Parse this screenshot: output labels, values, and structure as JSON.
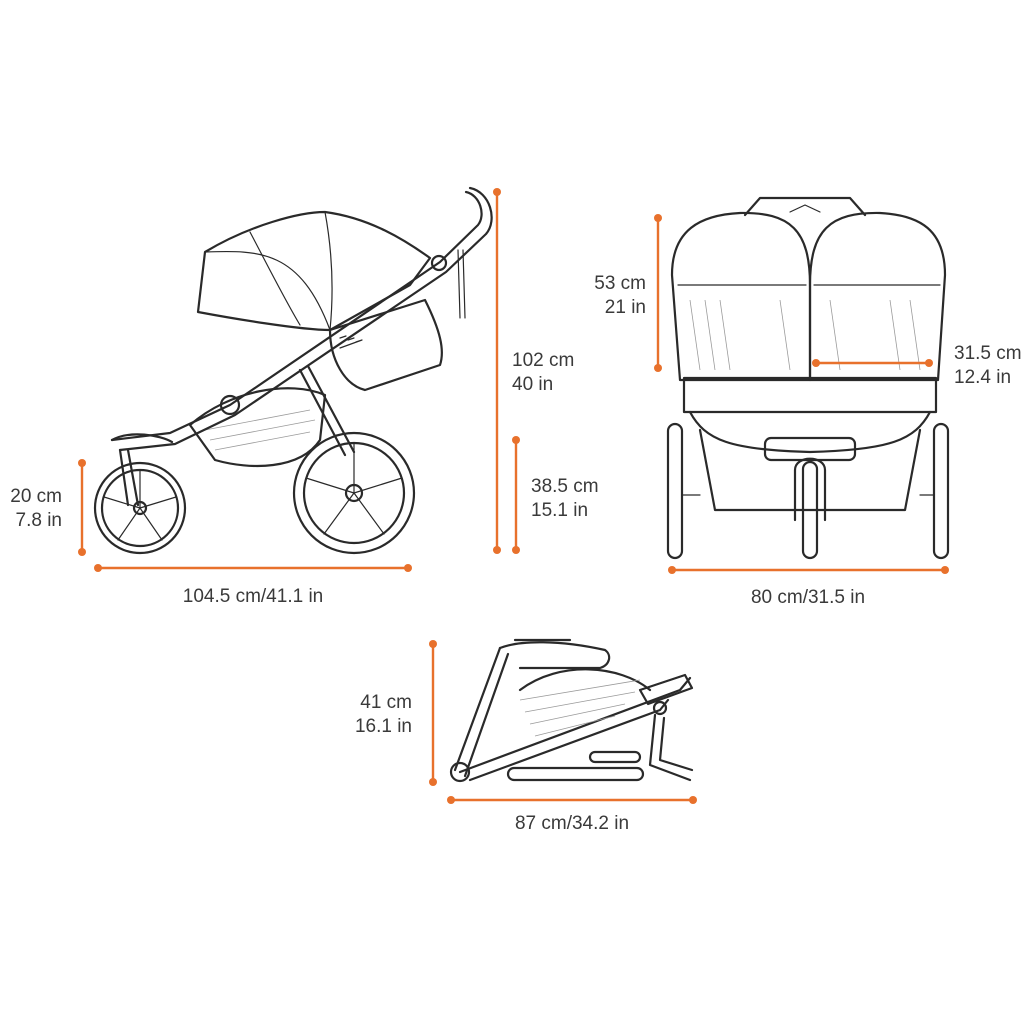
{
  "views": {
    "side": {
      "name": "side-view",
      "handle_height": {
        "metric": "102 cm",
        "imperial": "40 in"
      },
      "seat_height": {
        "metric": "38.5 cm",
        "imperial": "15.1 in"
      },
      "front_wheel": {
        "metric": "20 cm",
        "imperial": "7.8 in"
      },
      "length": "104.5 cm/41.1 in"
    },
    "front": {
      "name": "front-view",
      "seat_back_height": {
        "metric": "53 cm",
        "imperial": "21 in"
      },
      "seat_width": {
        "metric": "31.5 cm",
        "imperial": "12.4 in"
      },
      "width": "80 cm/31.5 in"
    },
    "folded": {
      "name": "folded-view",
      "height": {
        "metric": "41 cm",
        "imperial": "16.1 in"
      },
      "length": "87 cm/34.2 in"
    }
  },
  "colors": {
    "dimension_line": "#e8712c",
    "outline": "#2a2a2a",
    "label_text": "#3a3a3a",
    "background": "#ffffff"
  }
}
